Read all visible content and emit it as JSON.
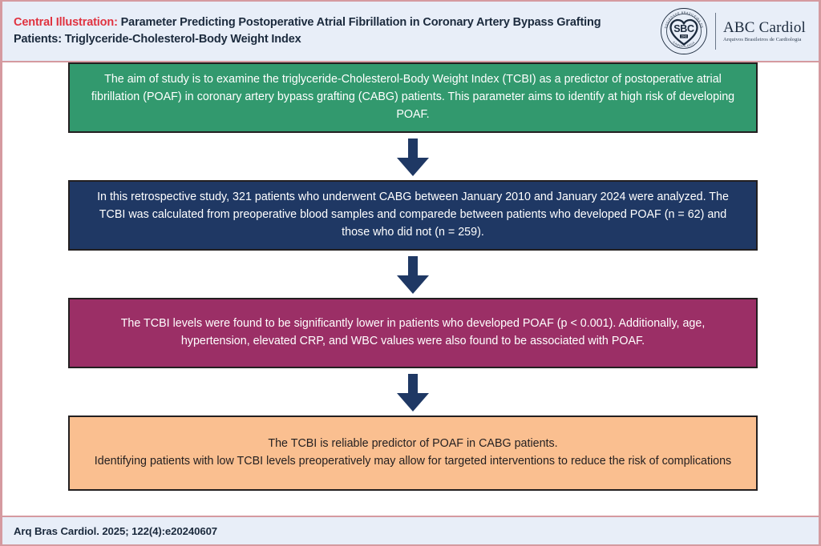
{
  "header": {
    "highlight_label": "Central Illustration:",
    "title": " Parameter Predicting Postoperative Atrial Fibrillation in Coronary Artery Bypass Grafting Patients: Triglyceride-Cholesterol-Body Weight Index",
    "highlight_color": "#e03340",
    "background_color": "#e8eef8",
    "border_color": "#d59aa0"
  },
  "logo": {
    "seal_acronym": "SBC",
    "seal_year": "1943",
    "seal_ring_text_top": "SOCIEDADE BRASILEIRA DE",
    "seal_ring_text_bottom": "CARDIOLOGIA",
    "journal_title": "ABC Cardiol",
    "journal_subtitle": "Arquivos Brasileiros de Cardiologia"
  },
  "flow": {
    "boxes": [
      {
        "id": "aim",
        "name": "aim",
        "text": "The aim of study is to examine the triglyceride-Cholesterol-Body Weight Index (TCBI) as a predictor of postoperative atrial fibrillation (POAF) in coronary artery bypass grafting (CABG) patients. This parameter aims to identify at high risk of developing POAF.",
        "fill": "#32996e",
        "text_color": "#ffffff",
        "border_color": "#231f20"
      },
      {
        "id": "methods",
        "name": "methods",
        "text": "In this retrospective study, 321 patients who underwent CABG between January 2010 and January 2024 were analyzed. The TCBI was calculated from preoperative blood samples and comparede between patients who developed POAF (n = 62) and those who did not (n = 259).",
        "fill": "#1f3864",
        "text_color": "#ffffff",
        "border_color": "#231f20"
      },
      {
        "id": "results",
        "name": "results",
        "text": "The TCBI levels were found  to be significantly lower in patients who developed POAF (p < 0.001). Additionally, age, hypertension, elevated CRP, and WBC values were also found to be associated with POAF.",
        "fill": "#9b2f66",
        "text_color": "#ffffff",
        "border_color": "#231f20"
      },
      {
        "id": "conclusion",
        "name": "conclusion",
        "text": "The TCBI is reliable predictor of POAF in CABG patients.\nIdentifying patients with low TCBI levels preoperatively may allow for targeted interventions to reduce the risk of complications",
        "fill": "#fabf90",
        "text_color": "#231f20",
        "border_color": "#231f20"
      }
    ],
    "arrows": [
      {
        "id": "arrow-1",
        "direction": "down",
        "color": "#1f3864"
      },
      {
        "id": "arrow-2",
        "direction": "down",
        "color": "#1f3864"
      },
      {
        "id": "arrow-3",
        "direction": "down",
        "color": "#1f3864"
      }
    ]
  },
  "footer": {
    "citation": "Arq Bras Cardiol. 2025; 122(4):e20240607",
    "background_color": "#e8eef8",
    "border_color": "#d59aa0"
  }
}
